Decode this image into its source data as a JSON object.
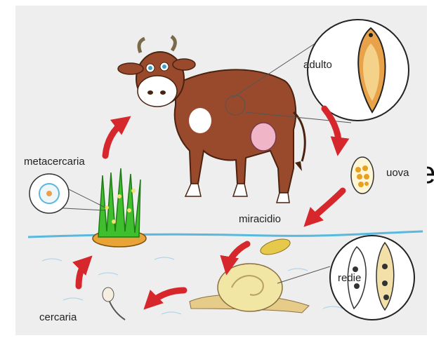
{
  "labels": {
    "adulto": "adulto",
    "uova": "uova",
    "miracidio": "miracidio",
    "redie": "redie",
    "cercaria": "cercaria",
    "metacercaria": "metacercaria"
  },
  "edge_glyph": "e",
  "colors": {
    "background": "#eeeeee",
    "water_line": "#5ab8dc",
    "arrow_red": "#d6282c",
    "cow_brown": "#9a4a2c",
    "grass_green": "#3fbf2e",
    "snail_yellow": "#f2e6a4",
    "fluke_orange": "#e8a24a"
  }
}
